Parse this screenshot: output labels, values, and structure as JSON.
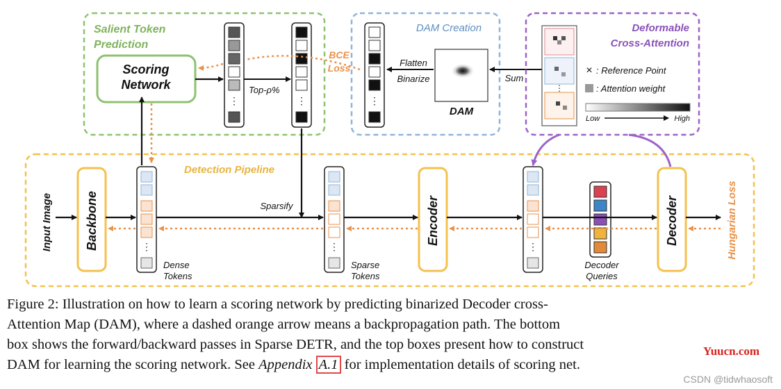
{
  "diagram": {
    "salient": {
      "title_line1": "Salient Token",
      "title_line2": "Prediction",
      "scoring_line1": "Scoring",
      "scoring_line2": "Network",
      "topk": "Top-ρ%"
    },
    "bce": {
      "line1": "BCE",
      "line2": "Loss"
    },
    "dam_creation": {
      "title": "DAM Creation",
      "flatten": "Flatten",
      "binarize": "Binarize",
      "dam_label": "DAM",
      "sum": "Sum"
    },
    "deformable": {
      "title_line1": "Deformable",
      "title_line2": "Cross-Attention",
      "ref_symbol": "×",
      "ref_label": ": Reference Point",
      "attn_label": ": Attention weight",
      "low": "Low",
      "high": "High"
    },
    "pipeline": {
      "title": "Detection Pipeline",
      "input_image": "Input Image",
      "backbone": "Backbone",
      "dense_tokens_line1": "Dense",
      "dense_tokens_line2": "Tokens",
      "sparsify": "Sparsify",
      "sparse_tokens_line1": "Sparse",
      "sparse_tokens_line2": "Tokens",
      "encoder": "Encoder",
      "decoder_queries_line1": "Decoder",
      "decoder_queries_line2": "Queries",
      "decoder": "Decoder",
      "hungarian_loss": "Hungarian Loss",
      "dots": "⋮"
    },
    "colors": {
      "green": "#8dc26f",
      "orange": "#e8924a",
      "blue": "#8fb4d9",
      "purple": "#9d62c8",
      "yellow": "#f4c14c",
      "query_colors": [
        "#d9424e",
        "#3c86c8",
        "#8c4fb5",
        "#f0b33c",
        "#e08a3a"
      ]
    }
  },
  "caption": {
    "line1": "Figure 2: Illustration on how to learn a scoring network by predicting binarized Decoder cross-",
    "line2": "Attention Map (DAM), where a dashed orange arrow means a backpropagation path. The bottom",
    "line3": "box shows the forward/backward passes in Sparse DETR, and the top boxes present how to construct",
    "line4_a": "DAM for learning the scoring network. See ",
    "line4_b": "Appendix",
    "line4_ref": "A.1",
    "line4_c": " for implementation details of scoring net."
  },
  "watermark": "CSDN @tidwhaosoft",
  "red_logo": "Yuucn.com"
}
